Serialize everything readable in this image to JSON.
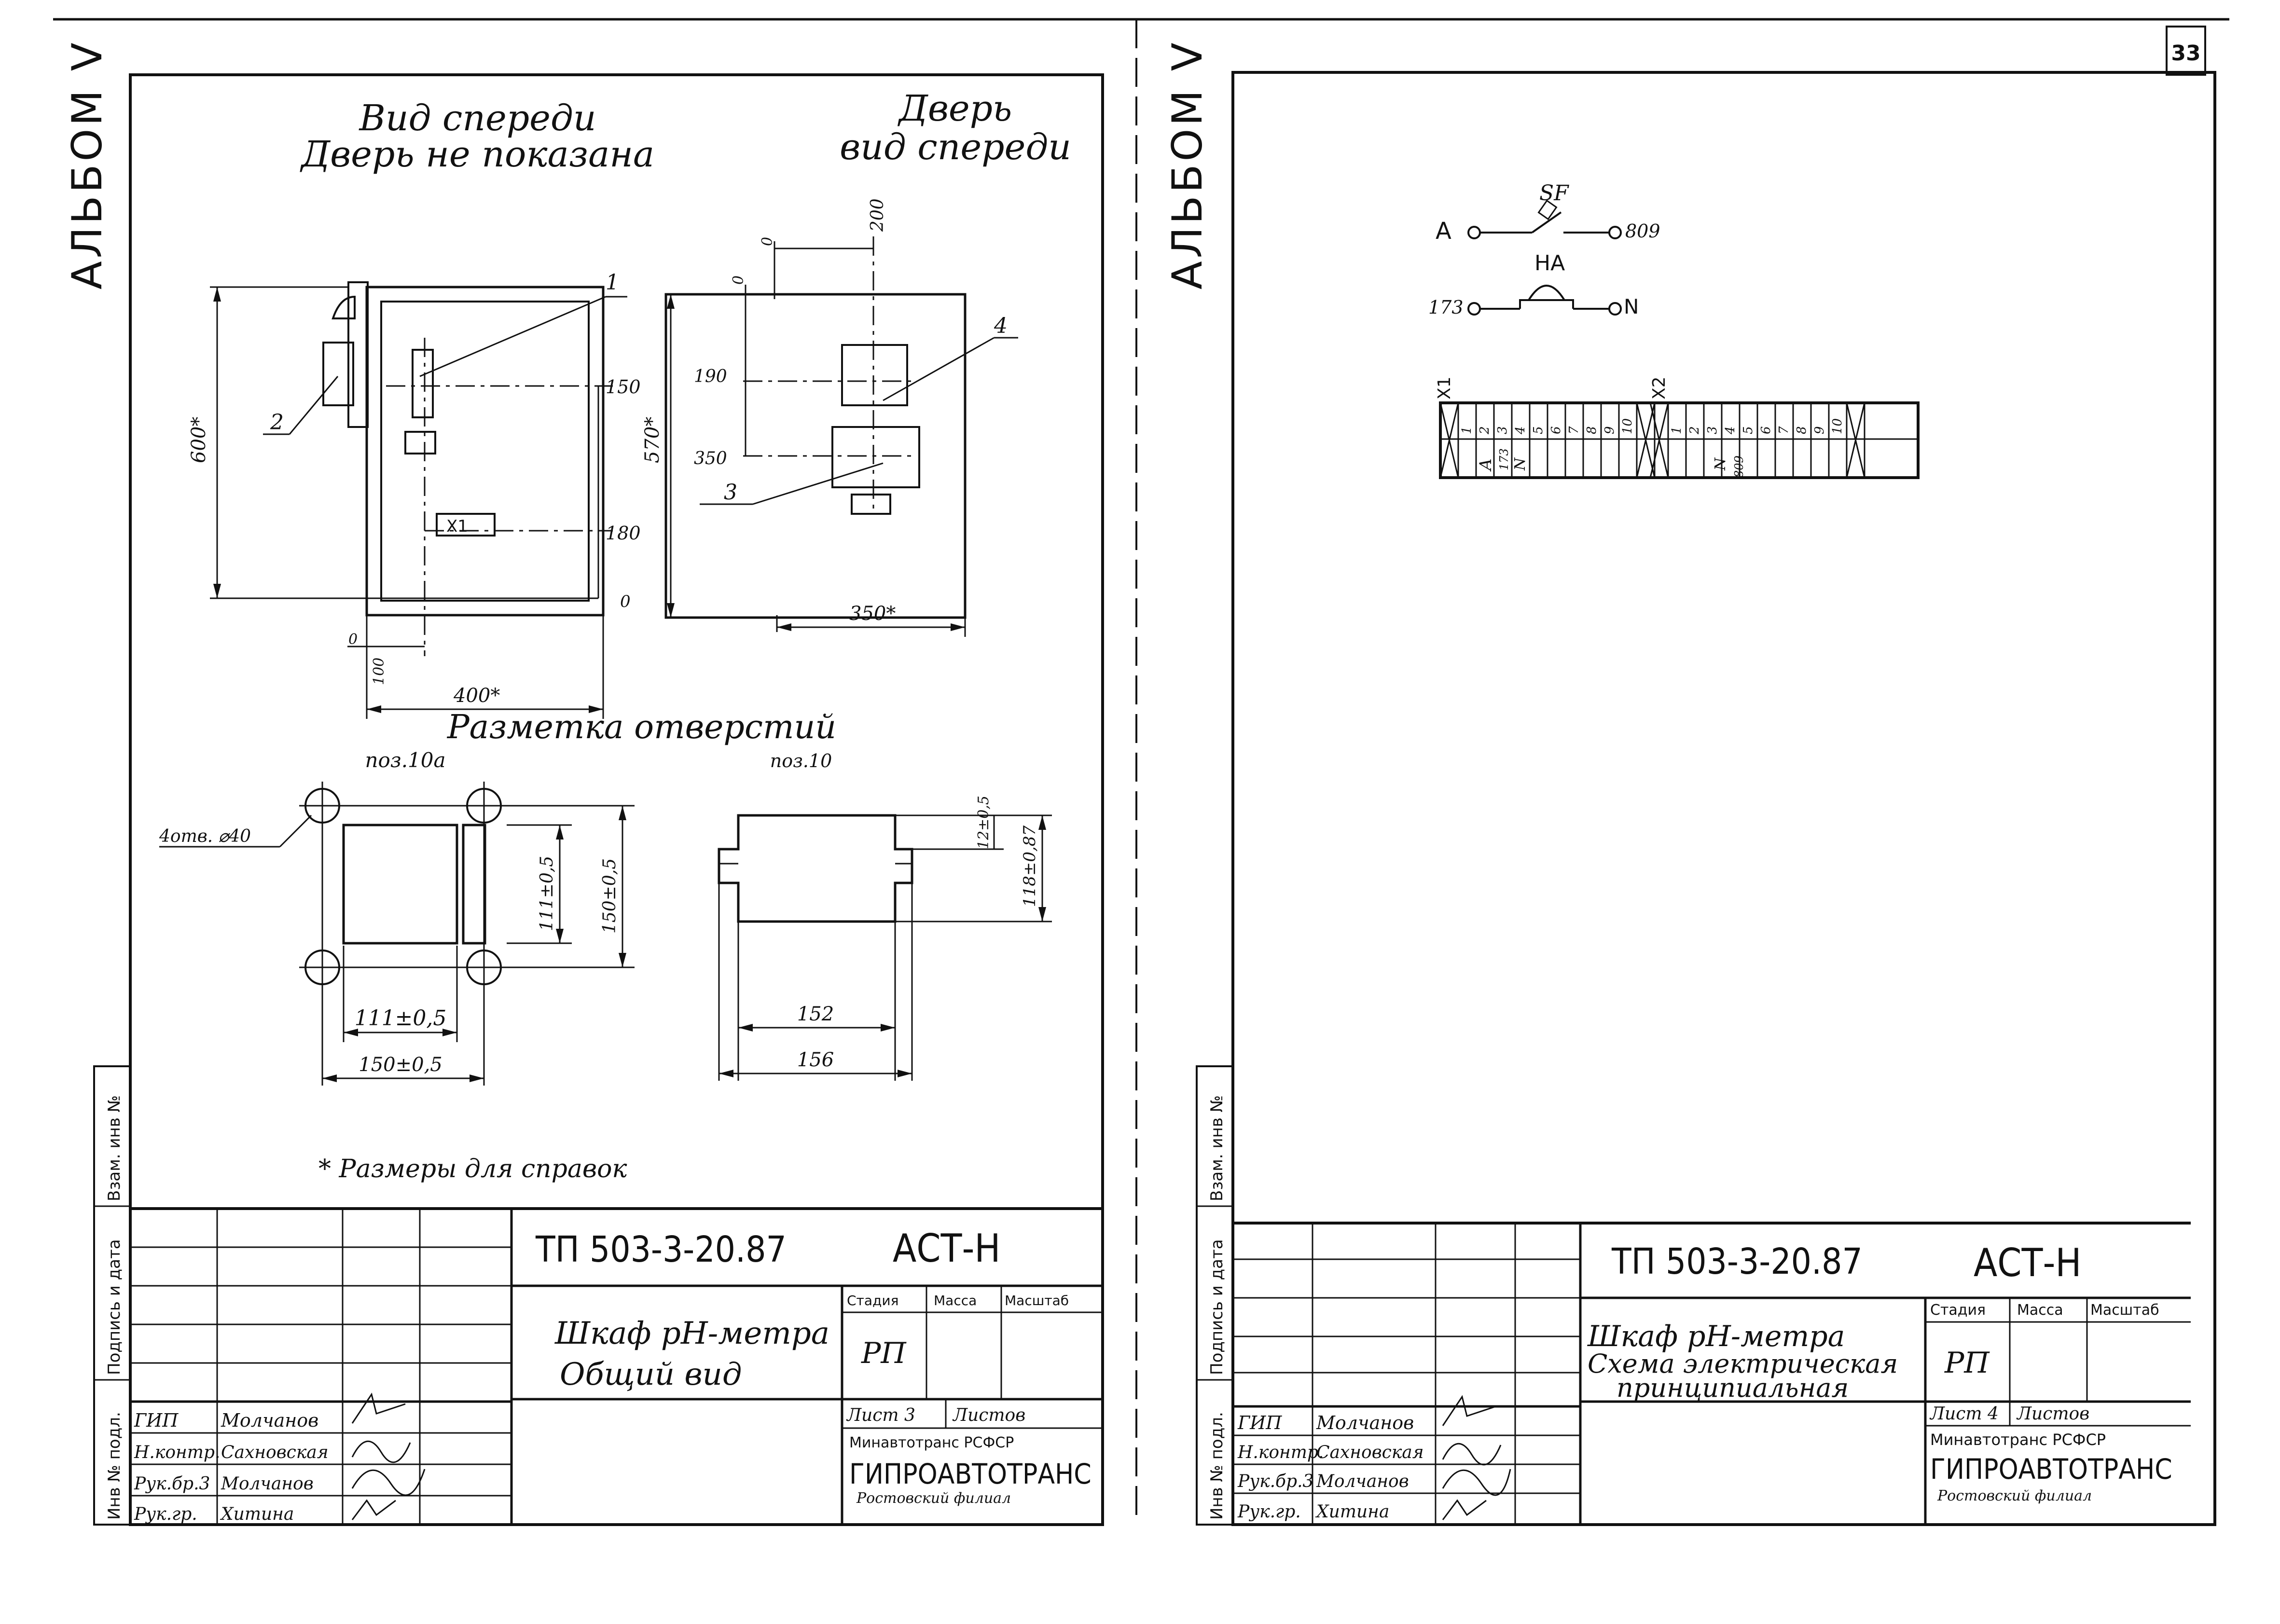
{
  "sheet_number_right": "33",
  "album_label": "АЛЬБОМ Ⅴ",
  "side_stamp": {
    "inv_orig": "Инв № подл.",
    "sign_date": "Подпись и дата",
    "replace_inv": "Взам. инв №"
  },
  "left_sheet": {
    "front_view_title": [
      "Вид спереди",
      "Дверь не показана"
    ],
    "door_title": [
      "Дверь",
      "вид спереди"
    ],
    "holes_title": "Разметка отверстий",
    "pos10a": "поз.10а",
    "pos10": "поз.10",
    "holes_callout": "4отв. ⌀40",
    "note": "* Размеры для справок",
    "dims": {
      "d600": "600*",
      "d570": "570*",
      "d400": "400*",
      "d350": "350*",
      "d200": "200",
      "d190": "190",
      "d350b": "350",
      "d150": "150",
      "d180": "180",
      "d0a": "0",
      "d0b": "0",
      "d0c": "0",
      "d0d": "0",
      "d100": "100",
      "h111": "111±0,5",
      "h150": "150±0,5",
      "w111": "111±0,5",
      "w150": "150±0,5",
      "d152": "152",
      "d156": "156",
      "d12": "12±0,5",
      "d118": "118±0,87"
    },
    "labels": {
      "l1": "1",
      "l2": "2",
      "l3": "3",
      "l4": "4",
      "x1": "X1"
    },
    "title_block": {
      "code": "ТП 503-3-20.87",
      "suffix": "АСТ-Н",
      "name": [
        "Шкаф рН-метра",
        "Общий вид"
      ],
      "stage_hdr": "Стадия",
      "mass_hdr": "Масса",
      "scale_hdr": "Масштаб",
      "stage": "РП",
      "sheet": "Лист 3",
      "sheets": "Листов",
      "org1": "Минавтотранс РСФСР",
      "org2": "ГИПРОАВТОТРАНС",
      "org3": "Ростовский филиал",
      "roles": [
        "ГИП",
        "Н.контр.",
        "Рук.бр.3",
        "Рук.гр."
      ],
      "names": [
        "Молчанов",
        "Сахновская",
        "Молчанов",
        "Хитина"
      ]
    }
  },
  "right_sheet": {
    "schematic": {
      "a": "A",
      "sf": "SF",
      "n809": "809",
      "ha": "HA",
      "n173": "173",
      "nN": "N",
      "x1": "X1",
      "x2": "X2",
      "x1_numbers": [
        "1",
        "2",
        "3",
        "4",
        "5",
        "6",
        "7",
        "8",
        "9",
        "10"
      ],
      "x1_wires": [
        "A",
        "173",
        "N"
      ],
      "x2_numbers": [
        "1",
        "2",
        "3",
        "4",
        "5",
        "6",
        "7",
        "8",
        "9",
        "10"
      ],
      "x2_wires": [
        "N",
        "809"
      ]
    },
    "title_block": {
      "code": "ТП 503-3-20.87",
      "suffix": "АСТ-Н",
      "name": [
        "Шкаф рН-метра",
        "Схема электрическая",
        "принципиальная"
      ],
      "stage_hdr": "Стадия",
      "mass_hdr": "Масса",
      "scale_hdr": "Масштаб",
      "stage": "РП",
      "sheet": "Лист 4",
      "sheets": "Листов",
      "org1": "Минавтотранс РСФСР",
      "org2": "ГИПРОАВТОТРАНС",
      "org3": "Ростовский филиал",
      "roles": [
        "ГИП",
        "Н.контр.",
        "Рук.бр.3",
        "Рук.гр."
      ],
      "names": [
        "Молчанов",
        "Сахновская",
        "Молчанов",
        "Хитина"
      ]
    }
  }
}
